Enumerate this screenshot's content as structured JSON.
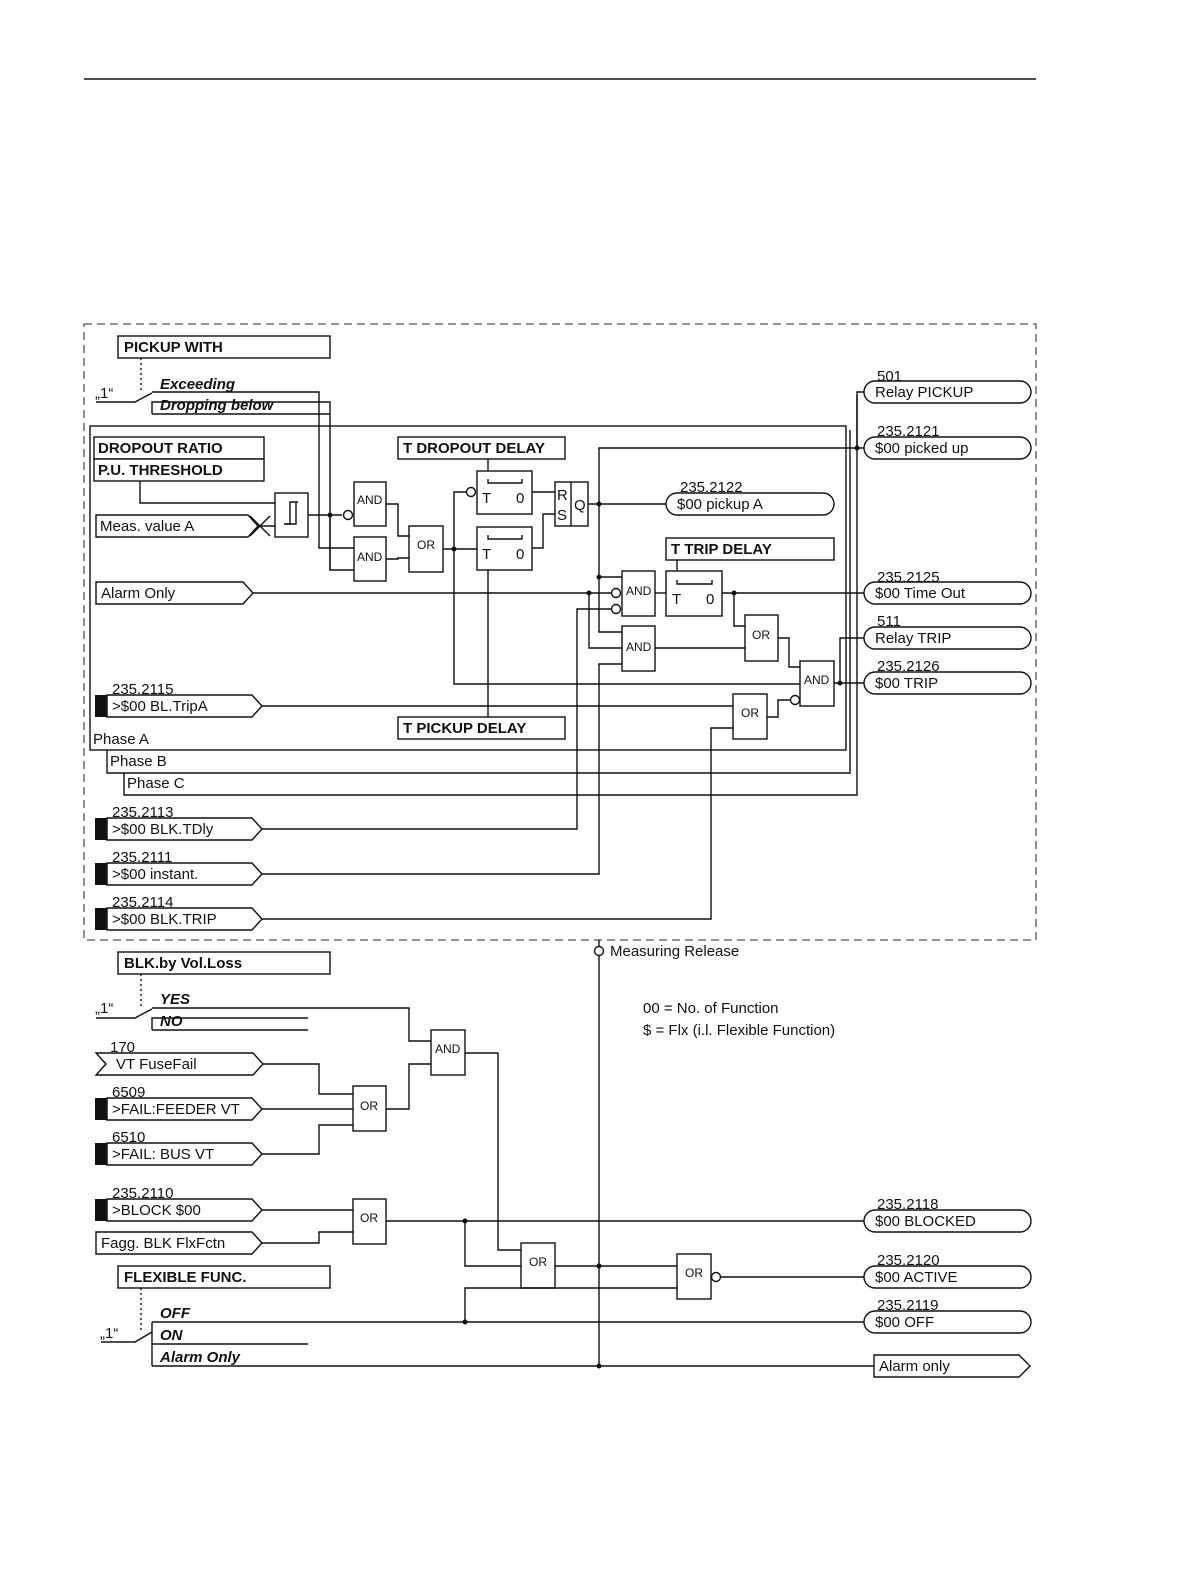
{
  "labels": {
    "pickup_with": "PICKUP WITH",
    "exceeding": "Exceeding",
    "dropping_below": "Dropping below",
    "one_a": "„1“",
    "one_b": "„1“",
    "one_c": "„1“",
    "dropout_ratio": "DROPOUT RATIO",
    "pu_threshold": "P.U. THRESHOLD",
    "meas_value": "Meas. value A",
    "alarm_only_in": "Alarm Only",
    "t_dropout_delay": "T DROPOUT DELAY",
    "t_trip_delay": "T TRIP DELAY",
    "t_pickup_delay": "T PICKUP DELAY",
    "phase_a": "Phase A",
    "phase_b": "Phase B",
    "phase_c": "Phase C",
    "blk_vol_loss": "BLK.by Vol.Loss",
    "yes": "YES",
    "no": "NO",
    "flexible_func": "FLEXIBLE FUNC.",
    "off": "OFF",
    "on": "ON",
    "alarm_only_opt": "Alarm Only",
    "measuring_release": "Measuring Release",
    "note1": "00 = No. of Function",
    "note2": "$ = Flx (i.l. Flexible Function)",
    "fagg": "Fagg. BLK FlxFctn"
  },
  "timers": {
    "t": "T",
    "zero": "0",
    "r": "R",
    "s": "S",
    "q": "Q"
  },
  "gates": {
    "and": "AND",
    "or": "OR"
  },
  "inputs": {
    "bl_tripa": {
      "num": "235.2115",
      "label": ">$00 BL.TripA"
    },
    "blk_tdly": {
      "num": "235.2113",
      "label": ">$00 BLK.TDly"
    },
    "instant": {
      "num": "235.2111",
      "label": ">$00 instant."
    },
    "blk_trip": {
      "num": "235.2114",
      "label": ">$00 BLK.TRIP"
    },
    "vt_fusefail": {
      "num": "170",
      "label": "VT FuseFail"
    },
    "fail_feeder": {
      "num": "6509",
      "label": ">FAIL:FEEDER VT"
    },
    "fail_bus": {
      "num": "6510",
      "label": ">FAIL: BUS VT"
    },
    "block": {
      "num": "235.2110",
      "label": ">BLOCK $00"
    }
  },
  "outputs": {
    "relay_pickup": {
      "num": "501",
      "label": "Relay PICKUP"
    },
    "picked_up": {
      "num": "235.2121",
      "label": "$00 picked up"
    },
    "pickup_a": {
      "num": "235.2122",
      "label": "$00 pickup A"
    },
    "time_out": {
      "num": "235.2125",
      "label": "$00 Time Out"
    },
    "relay_trip": {
      "num": "511",
      "label": "Relay TRIP"
    },
    "trip": {
      "num": "235.2126",
      "label": "$00 TRIP"
    },
    "blocked": {
      "num": "235.2118",
      "label": "$00 BLOCKED"
    },
    "active": {
      "num": "235.2120",
      "label": "$00 ACTIVE"
    },
    "off": {
      "num": "235.2119",
      "label": "$00 OFF"
    },
    "alarm_only": {
      "label": "Alarm only"
    }
  }
}
